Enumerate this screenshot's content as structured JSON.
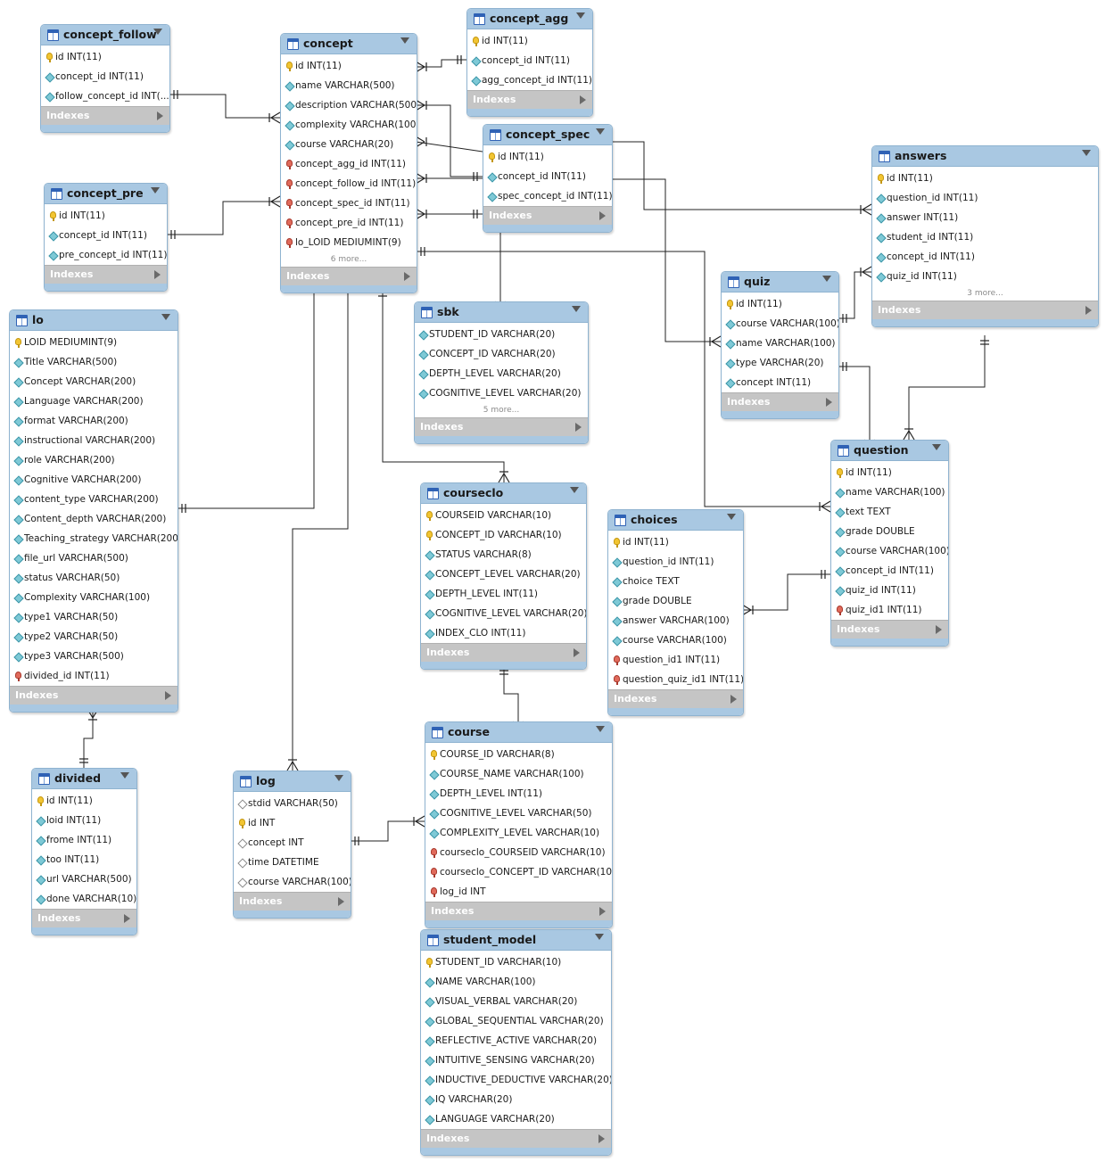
{
  "indexes_label": "Indexes",
  "tables": [
    {
      "id": "concept_follow",
      "name": "concept_follow",
      "columns": [
        {
          "t": "pk",
          "text": "id INT(11)"
        },
        {
          "t": "nn",
          "text": "concept_id INT(11)"
        },
        {
          "t": "nn",
          "text": "follow_concept_id INT(..."
        }
      ],
      "more": ""
    },
    {
      "id": "concept",
      "name": "concept",
      "columns": [
        {
          "t": "pk",
          "text": "id INT(11)"
        },
        {
          "t": "nn",
          "text": "name VARCHAR(500)"
        },
        {
          "t": "nn",
          "text": "description VARCHAR(500)"
        },
        {
          "t": "nn",
          "text": "complexity VARCHAR(100)"
        },
        {
          "t": "nn",
          "text": "course VARCHAR(20)"
        },
        {
          "t": "fk",
          "text": "concept_agg_id INT(11)"
        },
        {
          "t": "fk",
          "text": "concept_follow_id INT(11)"
        },
        {
          "t": "fk",
          "text": "concept_spec_id INT(11)"
        },
        {
          "t": "fk",
          "text": "concept_pre_id INT(11)"
        },
        {
          "t": "fk",
          "text": "lo_LOID MEDIUMINT(9)"
        }
      ],
      "more": "6 more..."
    },
    {
      "id": "concept_agg",
      "name": "concept_agg",
      "columns": [
        {
          "t": "pk",
          "text": "id INT(11)"
        },
        {
          "t": "nn",
          "text": "concept_id INT(11)"
        },
        {
          "t": "nn",
          "text": "agg_concept_id INT(11)"
        }
      ],
      "more": ""
    },
    {
      "id": "concept_spec",
      "name": "concept_spec",
      "columns": [
        {
          "t": "pk",
          "text": "id INT(11)"
        },
        {
          "t": "nn",
          "text": "concept_id INT(11)"
        },
        {
          "t": "nn",
          "text": "spec_concept_id INT(11)"
        }
      ],
      "more": ""
    },
    {
      "id": "answers",
      "name": "answers",
      "columns": [
        {
          "t": "pk",
          "text": "id INT(11)"
        },
        {
          "t": "nn",
          "text": "question_id INT(11)"
        },
        {
          "t": "nn",
          "text": "answer INT(11)"
        },
        {
          "t": "nn",
          "text": "student_id INT(11)"
        },
        {
          "t": "nn",
          "text": "concept_id INT(11)"
        },
        {
          "t": "nn",
          "text": "quiz_id INT(11)"
        }
      ],
      "more": "3 more..."
    },
    {
      "id": "concept_pre",
      "name": "concept_pre",
      "columns": [
        {
          "t": "pk",
          "text": "id INT(11)"
        },
        {
          "t": "nn",
          "text": "concept_id INT(11)"
        },
        {
          "t": "nn",
          "text": "pre_concept_id INT(11)"
        }
      ],
      "more": ""
    },
    {
      "id": "lo",
      "name": "lo",
      "columns": [
        {
          "t": "pk",
          "text": "LOID MEDIUMINT(9)"
        },
        {
          "t": "nn",
          "text": "Title VARCHAR(500)"
        },
        {
          "t": "nn",
          "text": "Concept VARCHAR(200)"
        },
        {
          "t": "nn",
          "text": "Language VARCHAR(200)"
        },
        {
          "t": "nn",
          "text": "format VARCHAR(200)"
        },
        {
          "t": "nn",
          "text": "instructional VARCHAR(200)"
        },
        {
          "t": "nn",
          "text": "role VARCHAR(200)"
        },
        {
          "t": "nn",
          "text": "Cognitive VARCHAR(200)"
        },
        {
          "t": "nn",
          "text": "content_type VARCHAR(200)"
        },
        {
          "t": "nn",
          "text": "Content_depth VARCHAR(200)"
        },
        {
          "t": "nn",
          "text": "Teaching_strategy VARCHAR(200)"
        },
        {
          "t": "nn",
          "text": "file_url VARCHAR(500)"
        },
        {
          "t": "nn",
          "text": "status VARCHAR(50)"
        },
        {
          "t": "nn",
          "text": "Complexity VARCHAR(100)"
        },
        {
          "t": "nn",
          "text": "type1 VARCHAR(50)"
        },
        {
          "t": "nn",
          "text": "type2 VARCHAR(50)"
        },
        {
          "t": "nn",
          "text": "type3 VARCHAR(500)"
        },
        {
          "t": "fk",
          "text": "divided_id INT(11)"
        }
      ],
      "more": ""
    },
    {
      "id": "sbk",
      "name": "sbk",
      "columns": [
        {
          "t": "nn",
          "text": "STUDENT_ID VARCHAR(20)"
        },
        {
          "t": "nn",
          "text": "CONCEPT_ID VARCHAR(20)"
        },
        {
          "t": "nn",
          "text": "DEPTH_LEVEL VARCHAR(20)"
        },
        {
          "t": "nn",
          "text": "COGNITIVE_LEVEL VARCHAR(20)"
        }
      ],
      "more": "5 more..."
    },
    {
      "id": "quiz",
      "name": "quiz",
      "columns": [
        {
          "t": "pk",
          "text": "id INT(11)"
        },
        {
          "t": "nn",
          "text": "course VARCHAR(100)"
        },
        {
          "t": "nn",
          "text": "name VARCHAR(100)"
        },
        {
          "t": "nn",
          "text": "type VARCHAR(20)"
        },
        {
          "t": "nn",
          "text": "concept INT(11)"
        }
      ],
      "more": ""
    },
    {
      "id": "question",
      "name": "question",
      "columns": [
        {
          "t": "pk",
          "text": "id INT(11)"
        },
        {
          "t": "nn",
          "text": "name VARCHAR(100)"
        },
        {
          "t": "nn",
          "text": "text TEXT"
        },
        {
          "t": "nn",
          "text": "grade DOUBLE"
        },
        {
          "t": "nn",
          "text": "course VARCHAR(100)"
        },
        {
          "t": "nn",
          "text": "concept_id INT(11)"
        },
        {
          "t": "nn",
          "text": "quiz_id INT(11)"
        },
        {
          "t": "fk",
          "text": "quiz_id1 INT(11)"
        }
      ],
      "more": ""
    },
    {
      "id": "courseclo",
      "name": "courseclo",
      "columns": [
        {
          "t": "pk",
          "text": "COURSEID VARCHAR(10)"
        },
        {
          "t": "pk",
          "text": "CONCEPT_ID VARCHAR(10)"
        },
        {
          "t": "nn",
          "text": "STATUS VARCHAR(8)"
        },
        {
          "t": "nn",
          "text": "CONCEPT_LEVEL VARCHAR(20)"
        },
        {
          "t": "nn",
          "text": "DEPTH_LEVEL INT(11)"
        },
        {
          "t": "nn",
          "text": "COGNITIVE_LEVEL VARCHAR(20)"
        },
        {
          "t": "nn",
          "text": "INDEX_CLO INT(11)"
        }
      ],
      "more": ""
    },
    {
      "id": "choices",
      "name": "choices",
      "columns": [
        {
          "t": "pk",
          "text": "id INT(11)"
        },
        {
          "t": "nn",
          "text": "question_id INT(11)"
        },
        {
          "t": "nn",
          "text": "choice TEXT"
        },
        {
          "t": "nn",
          "text": "grade DOUBLE"
        },
        {
          "t": "nn",
          "text": "answer VARCHAR(100)"
        },
        {
          "t": "nn",
          "text": "course VARCHAR(100)"
        },
        {
          "t": "fk",
          "text": "question_id1 INT(11)"
        },
        {
          "t": "fk",
          "text": "question_quiz_id1 INT(11)"
        }
      ],
      "more": ""
    },
    {
      "id": "divided",
      "name": "divided",
      "columns": [
        {
          "t": "pk",
          "text": "id INT(11)"
        },
        {
          "t": "nn",
          "text": "loid INT(11)"
        },
        {
          "t": "nn",
          "text": "frome INT(11)"
        },
        {
          "t": "nn",
          "text": "too INT(11)"
        },
        {
          "t": "nn",
          "text": "url VARCHAR(500)"
        },
        {
          "t": "nn",
          "text": "done VARCHAR(10)"
        }
      ],
      "more": ""
    },
    {
      "id": "log",
      "name": "log",
      "columns": [
        {
          "t": "col0",
          "text": "stdid VARCHAR(50)"
        },
        {
          "t": "pk",
          "text": "id INT"
        },
        {
          "t": "col0",
          "text": "concept INT"
        },
        {
          "t": "col0",
          "text": "time DATETIME"
        },
        {
          "t": "col0",
          "text": "course VARCHAR(100)"
        }
      ],
      "more": ""
    },
    {
      "id": "course",
      "name": "course",
      "columns": [
        {
          "t": "pk",
          "text": "COURSE_ID VARCHAR(8)"
        },
        {
          "t": "nn",
          "text": "COURSE_NAME VARCHAR(100)"
        },
        {
          "t": "nn",
          "text": "DEPTH_LEVEL INT(11)"
        },
        {
          "t": "nn",
          "text": "COGNITIVE_LEVEL VARCHAR(50)"
        },
        {
          "t": "nn",
          "text": "COMPLEXITY_LEVEL VARCHAR(10)"
        },
        {
          "t": "fk",
          "text": "courseclo_COURSEID VARCHAR(10)"
        },
        {
          "t": "fk",
          "text": "courseclo_CONCEPT_ID VARCHAR(10)"
        },
        {
          "t": "fk",
          "text": "log_id INT"
        }
      ],
      "more": ""
    },
    {
      "id": "student_model",
      "name": "student_model",
      "columns": [
        {
          "t": "pk",
          "text": "STUDENT_ID VARCHAR(10)"
        },
        {
          "t": "nn",
          "text": "NAME VARCHAR(100)"
        },
        {
          "t": "nn",
          "text": "VISUAL_VERBAL VARCHAR(20)"
        },
        {
          "t": "nn",
          "text": "GLOBAL_SEQUENTIAL VARCHAR(20)"
        },
        {
          "t": "nn",
          "text": "REFLECTIVE_ACTIVE VARCHAR(20)"
        },
        {
          "t": "nn",
          "text": "INTUITIVE_SENSING VARCHAR(20)"
        },
        {
          "t": "nn",
          "text": "INDUCTIVE_DEDUCTIVE VARCHAR(20)"
        },
        {
          "t": "nn",
          "text": "IQ VARCHAR(20)"
        },
        {
          "t": "nn",
          "text": "LANGUAGE VARCHAR(20)"
        }
      ],
      "more": ""
    }
  ],
  "relations": [
    {
      "from": "concept_follow",
      "to": "concept",
      "label": "concept.concept_follow_id"
    },
    {
      "from": "concept_pre",
      "to": "concept",
      "label": "concept.concept_pre_id"
    },
    {
      "from": "concept_agg",
      "to": "concept",
      "label": "concept.concept_agg_id"
    },
    {
      "from": "concept_spec",
      "to": "concept",
      "label": "concept.concept_spec_id"
    },
    {
      "from": "lo",
      "to": "concept",
      "label": "concept.lo_LOID"
    },
    {
      "from": "divided",
      "to": "lo",
      "label": "lo.divided_id"
    },
    {
      "from": "concept",
      "to": "sbk",
      "label": "sbk"
    },
    {
      "from": "concept",
      "to": "courseclo",
      "label": "courseclo"
    },
    {
      "from": "concept",
      "to": "log",
      "label": "log"
    },
    {
      "from": "courseclo",
      "to": "course",
      "label": "course.courseclo"
    },
    {
      "from": "log",
      "to": "course",
      "label": "course.log_id"
    },
    {
      "from": "quiz",
      "to": "answers",
      "label": "answers.quiz_id"
    },
    {
      "from": "answers",
      "to": "question",
      "label": "answers-question"
    },
    {
      "from": "quiz",
      "to": "question",
      "label": "question.quiz_id1"
    },
    {
      "from": "question",
      "to": "choices",
      "label": "choices.question_id1"
    },
    {
      "from": "concept",
      "to": "quiz",
      "label": "quiz.concept"
    },
    {
      "from": "concept",
      "to": "question",
      "label": "question.concept_id"
    },
    {
      "from": "concept",
      "to": "answers",
      "label": "answers.concept_id"
    }
  ]
}
